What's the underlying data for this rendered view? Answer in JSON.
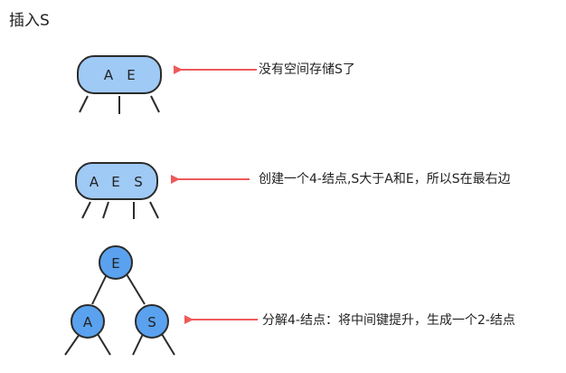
{
  "title": "插入S",
  "steps": [
    {
      "node_keys": [
        "A",
        "E"
      ],
      "annotation": "没有空间存储S了"
    },
    {
      "node_keys": [
        "A",
        "E",
        "S"
      ],
      "annotation": "创建一个4-结点,S大于A和E，所以S在最右边"
    },
    {
      "root_key": "E",
      "left_key": "A",
      "right_key": "S",
      "annotation": "分解4-结点：将中间键提升，生成一个2-结点"
    }
  ],
  "colors": {
    "node_fill": "#9fcaf5",
    "node_stroke": "#2b2b2b",
    "circle_fill": "#5aa2ef",
    "arrow": "#ee5a5a",
    "link": "#2b2b2b",
    "text": "#222222"
  }
}
